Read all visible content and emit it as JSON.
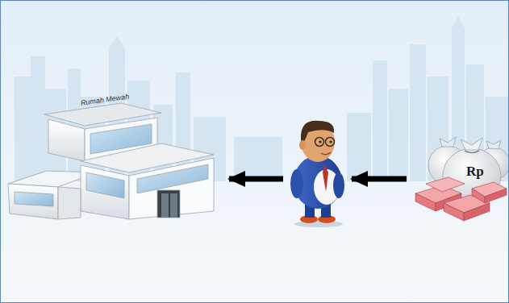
{
  "diagram": {
    "nodes": [
      {
        "text": [
          "Rumah Mewah"
        ]
      },
      {
        "text": []
      },
      {
        "text": [
          "Rp"
        ]
      }
    ],
    "edges": [
      {
        "from": 2,
        "to": 1,
        "arrow": "to"
      },
      {
        "from": 1,
        "to": 0,
        "arrow": "to"
      }
    ]
  }
}
